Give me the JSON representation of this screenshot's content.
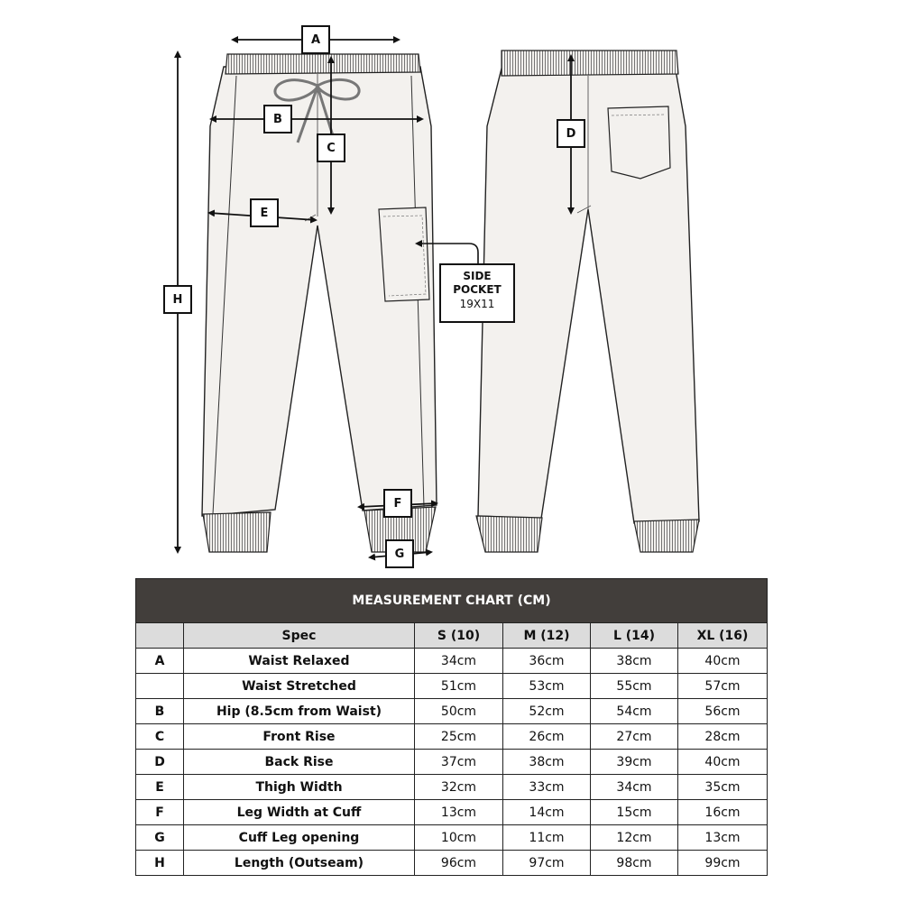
{
  "diagram": {
    "labels": {
      "A": "A",
      "B": "B",
      "C": "C",
      "D": "D",
      "E": "E",
      "F": "F",
      "G": "G",
      "H": "H"
    },
    "side_pocket": {
      "line1": "SIDE",
      "line2": "POCKET",
      "size": "19X11"
    },
    "fill_color": "#f3f1ee",
    "stroke_color": "#222222"
  },
  "chart": {
    "title": "MEASUREMENT CHART (CM)",
    "headers": [
      "",
      "Spec",
      "S (10)",
      "M (12)",
      "L (14)",
      "XL (16)"
    ],
    "rows": [
      {
        "code": "A",
        "spec": "Waist Relaxed",
        "values": [
          "34cm",
          "36cm",
          "38cm",
          "40cm"
        ]
      },
      {
        "code": "",
        "spec": "Waist Stretched",
        "values": [
          "51cm",
          "53cm",
          "55cm",
          "57cm"
        ]
      },
      {
        "code": "B",
        "spec": "Hip (8.5cm from Waist)",
        "values": [
          "50cm",
          "52cm",
          "54cm",
          "56cm"
        ]
      },
      {
        "code": "C",
        "spec": "Front Rise",
        "values": [
          "25cm",
          "26cm",
          "27cm",
          "28cm"
        ]
      },
      {
        "code": "D",
        "spec": "Back Rise",
        "values": [
          "37cm",
          "38cm",
          "39cm",
          "40cm"
        ]
      },
      {
        "code": "E",
        "spec": "Thigh Width",
        "values": [
          "32cm",
          "33cm",
          "34cm",
          "35cm"
        ]
      },
      {
        "code": "F",
        "spec": "Leg Width at Cuff",
        "values": [
          "13cm",
          "14cm",
          "15cm",
          "16cm"
        ]
      },
      {
        "code": "G",
        "spec": "Cuff Leg opening",
        "values": [
          "10cm",
          "11cm",
          "12cm",
          "13cm"
        ]
      },
      {
        "code": "H",
        "spec": "Length (Outseam)",
        "values": [
          "96cm",
          "97cm",
          "98cm",
          "99cm"
        ]
      }
    ]
  }
}
